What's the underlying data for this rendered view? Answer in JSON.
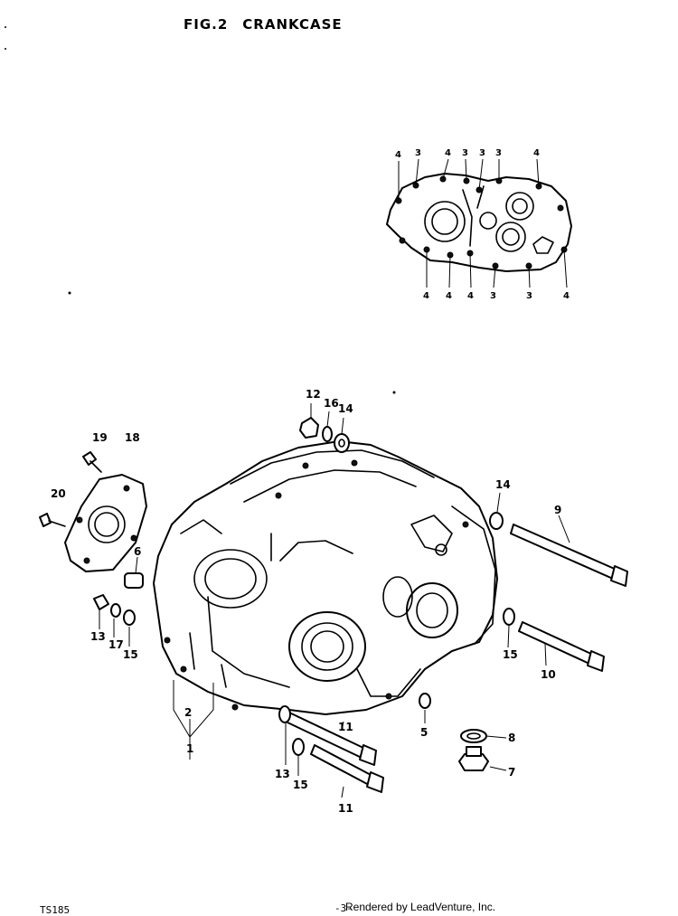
{
  "header": {
    "fig_label": "FIG.2",
    "title": "CRANKCASE"
  },
  "footer": {
    "model": "TS185",
    "page": "-3-",
    "credit": "Rendered by LeadVenture, Inc."
  },
  "gasket_callouts": [
    "4",
    "3",
    "4",
    "3",
    "3",
    "3",
    "4",
    "4",
    "4",
    "4",
    "3",
    "3",
    "4"
  ],
  "part_callouts": {
    "p1": "1",
    "p2": "2",
    "p5": "5",
    "p6": "6",
    "p7": "7",
    "p8": "8",
    "p9": "9",
    "p10": "10",
    "p11a": "11",
    "p11b": "11",
    "p12": "12",
    "p13a": "13",
    "p13b": "13",
    "p14a": "14",
    "p14b": "14",
    "p15a": "15",
    "p15b": "15",
    "p15c": "15",
    "p16": "16",
    "p17": "17",
    "p18": "18",
    "p19": "19",
    "p20": "20"
  }
}
